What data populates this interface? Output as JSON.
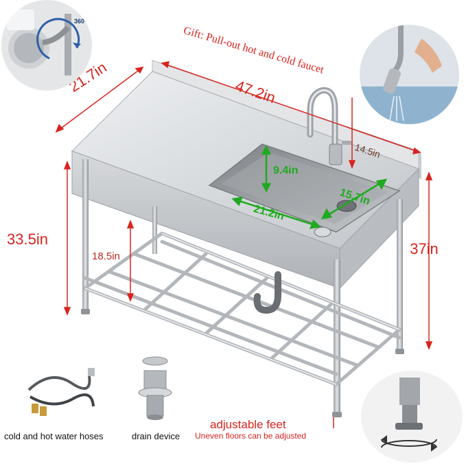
{
  "gift_text": "Gift: Pull-out hot and cold faucet",
  "dimensions": {
    "depth": "21.7in",
    "length": "47.2in",
    "total_height": "33.5in",
    "splash_height": "37in",
    "shelf_height": "18.5in",
    "faucet_reach": "14.5in",
    "bowl_depth": "9.4in",
    "bowl_width": "15.7in",
    "bowl_length": "21.2in"
  },
  "rotation_label": "360°",
  "accessories": {
    "hoses_label": "cold and hot water hoses",
    "drain_label": "drain device"
  },
  "feet": {
    "title": "adjustable feet",
    "subtitle": "Uneven floors can be adjusted"
  },
  "colors": {
    "dimension_red": "#d8241f",
    "bowl_green": "#1faa1f",
    "steel": "#c9ccd0"
  }
}
